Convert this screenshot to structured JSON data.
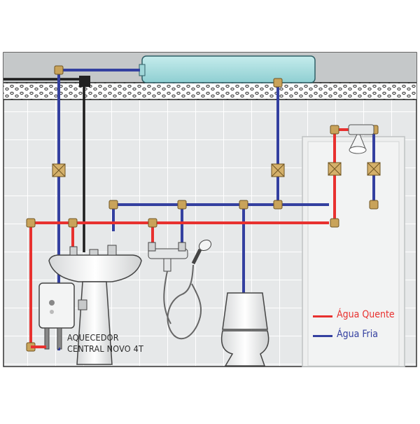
{
  "device": {
    "label_line1": "AQUECEDOR",
    "label_line2": "CENTRAL NOVO 4T"
  },
  "legend": {
    "hot": {
      "label": "Água Quente",
      "color": "#e8312f"
    },
    "cold": {
      "label": "Água Fria",
      "color": "#3440a0"
    }
  },
  "colors": {
    "hot": "#e8312f",
    "cold": "#3440a0",
    "cable": "#1c1c1c",
    "fitting": "#c9a35a",
    "tank": "#9fd6d8",
    "wall": "#e7e9ea",
    "ceiling": "#c7cacb"
  }
}
